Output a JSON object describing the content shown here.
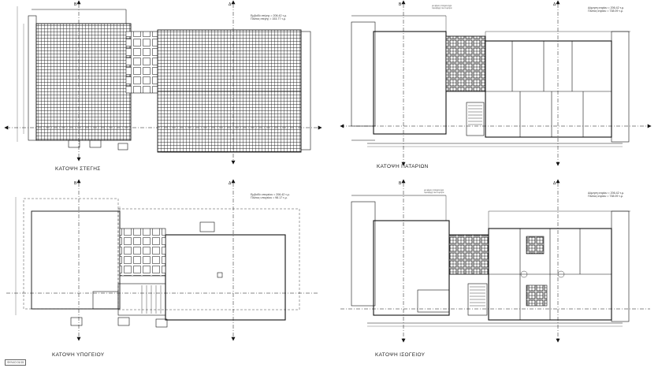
{
  "plans": {
    "roof": {
      "title": "ΚΑΤΟΨΗ ΣΤΕΓΗΣ",
      "area_line1": "Εμβαδό στέγης = 206.42 τ.μ.",
      "area_line2": "Πλάτος στέγης = 153.77 τ.μ."
    },
    "mezzanine": {
      "title": "ΚΑΤΟΨΗ ΠΑΤΑΡΙΩΝ",
      "area_line1": "Δόμηση κτιρίου = 206.42 τ.μ.",
      "area_line2": "Πλάτος κτιρίου = 738.09 τ.μ.",
      "note": "με φέρον στοιχείο έχει\nπροεξοχή του πυρήνα"
    },
    "basement": {
      "title": "ΚΑΤΟΨΗ ΥΠΟΓΕΙΟΥ",
      "area_line1": "Εμβαδό υπογείου = 206.42 τ.μ.",
      "area_line2": "Πλάτος υπογείου = 98.17 τ.μ."
    },
    "ground": {
      "title": "ΚΑΤΟΨΗ ΙΣΟΓΕΙΟΥ",
      "area_line1": "Δόμηση κτιρίου = 206.42 τ.μ.",
      "area_line2": "Πλάτος κτιρίου = 738.09 τ.μ.",
      "note": "με φέρον στοιχείο έχει\nπροεξοχή του πυρήνα"
    }
  },
  "section_markers": {
    "b": "Β",
    "delta": "Δ"
  },
  "sheet_stamp": "ΦΥΛΛΟ 01/15"
}
